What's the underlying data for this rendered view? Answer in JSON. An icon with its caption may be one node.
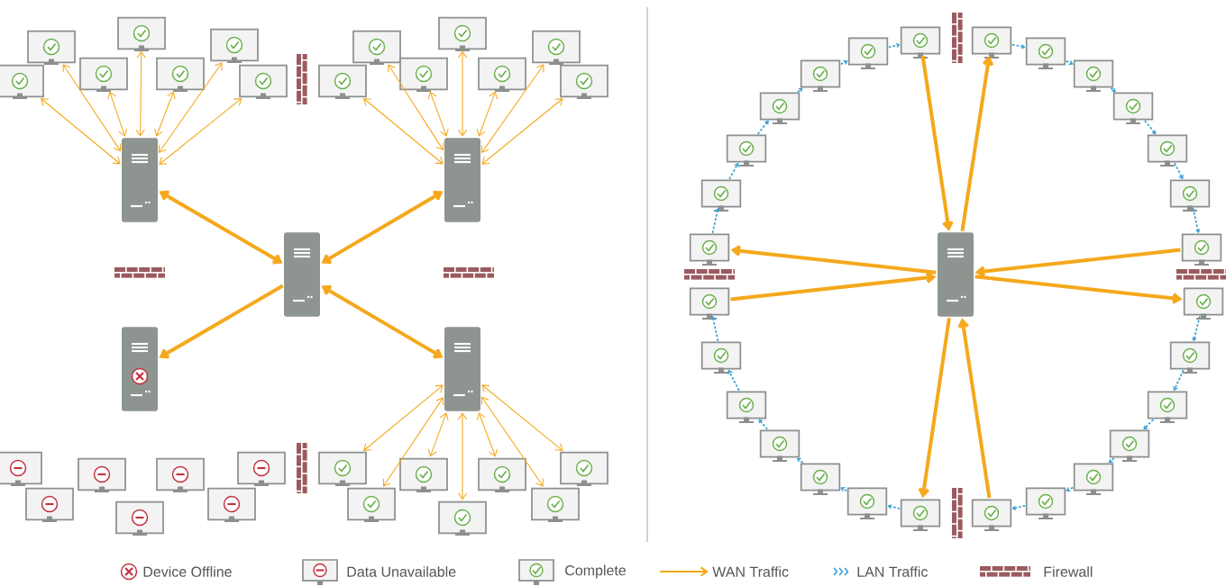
{
  "diagram": {
    "nodes": [
      {
        "text": [],
        "shape": "picture"
      },
      {
        "text": [],
        "shape": "picture"
      },
      {
        "text": [],
        "shape": "picture"
      },
      {
        "text": [],
        "shape": "picture"
      },
      {
        "text": [],
        "shape": "picture"
      },
      {
        "text": [],
        "shape": "picture"
      },
      {
        "text": [],
        "shape": "picture"
      },
      {
        "text": [],
        "shape": "picture"
      },
      {
        "text": [],
        "shape": "picture"
      },
      {
        "text": [],
        "shape": "picture"
      },
      {
        "text": [],
        "shape": "picture"
      },
      {
        "text": [],
        "shape": "picture"
      },
      {
        "text": [],
        "shape": "picture"
      },
      {
        "text": [],
        "shape": "picture"
      },
      {
        "text": [],
        "shape": "picture"
      },
      {
        "text": [],
        "shape": "picture"
      },
      {
        "text": [],
        "shape": "picture"
      },
      {
        "text": [],
        "shape": "picture"
      },
      {
        "text": [],
        "shape": "picture"
      },
      {
        "text": [],
        "shape": "picture"
      },
      {
        "text": [],
        "shape": "picture"
      },
      {
        "text": [],
        "shape": "picture"
      },
      {
        "text": [],
        "shape": "picture"
      },
      {
        "text": [],
        "shape": "picture"
      },
      {
        "text": [],
        "shape": "picture"
      },
      {
        "text": [],
        "shape": "picture"
      },
      {
        "text": [],
        "shape": "picture"
      },
      {
        "text": [],
        "shape": "picture"
      },
      {
        "text": [],
        "shape": "picture"
      },
      {
        "text": [],
        "shape": "picture"
      },
      {
        "text": [],
        "shape": "picture"
      },
      {
        "text": [],
        "shape": "picture"
      },
      {
        "text": [],
        "shape": "picture"
      },
      {
        "text": [],
        "shape": "picture"
      },
      {
        "text": [],
        "shape": "picture"
      },
      {
        "text": [],
        "shape": "picture"
      },
      {
        "text": [],
        "shape": "picture"
      },
      {
        "text": [],
        "shape": "picture"
      },
      {
        "text": [],
        "shape": "picture"
      },
      {
        "text": [],
        "shape": "picture"
      },
      {
        "text": [],
        "shape": "picture"
      },
      {
        "text": [],
        "shape": "picture"
      },
      {
        "text": [],
        "shape": "picture"
      },
      {
        "text": [],
        "shape": "picture"
      },
      {
        "text": [],
        "shape": "picture"
      },
      {
        "text": [],
        "shape": "picture"
      },
      {
        "text": [],
        "shape": "picture"
      },
      {
        "text": [],
        "shape": "picture"
      },
      {
        "text": [],
        "shape": "picture"
      },
      {
        "text": [],
        "shape": "picture"
      },
      {
        "text": [],
        "shape": "picture"
      },
      {
        "text": [],
        "shape": "picture"
      },
      {
        "text": [],
        "shape": "picture"
      },
      {
        "text": [],
        "shape": "picture"
      },
      {
        "text": [],
        "shape": "picture"
      },
      {
        "text": [],
        "shape": "picture"
      },
      {
        "text": [],
        "shape": "picture"
      },
      {
        "text": [],
        "shape": "picture"
      },
      {
        "text": [],
        "shape": "picture"
      },
      {
        "text": [],
        "shape": "picture"
      },
      {
        "text": [],
        "shape": "picture"
      },
      {
        "text": [],
        "shape": "picture"
      }
    ],
    "edges": [
      {
        "from": 7,
        "to": 0,
        "arrow": "both"
      },
      {
        "from": 7,
        "to": 1,
        "arrow": "both"
      },
      {
        "from": 7,
        "to": 2,
        "arrow": "both"
      },
      {
        "from": 7,
        "to": 3,
        "arrow": "both"
      },
      {
        "from": 7,
        "to": 4,
        "arrow": "both"
      },
      {
        "from": 7,
        "to": 5,
        "arrow": "both"
      },
      {
        "from": 7,
        "to": 6,
        "arrow": "both"
      },
      {
        "from": 15,
        "to": 8,
        "arrow": "both"
      },
      {
        "from": 15,
        "to": 9,
        "arrow": "both"
      },
      {
        "from": 15,
        "to": 10,
        "arrow": "both"
      },
      {
        "from": 15,
        "to": 11,
        "arrow": "both"
      },
      {
        "from": 15,
        "to": 12,
        "arrow": "both"
      },
      {
        "from": 15,
        "to": 13,
        "arrow": "both"
      },
      {
        "from": 15,
        "to": 14,
        "arrow": "both"
      },
      {
        "from": 16,
        "to": 7,
        "arrow": "both",
        "style": "thick"
      },
      {
        "from": 16,
        "to": 15,
        "arrow": "both",
        "style": "thick"
      },
      {
        "from": 16,
        "to": 17,
        "arrow": "to",
        "style": "thick"
      },
      {
        "from": 16,
        "to": 18,
        "arrow": "both",
        "style": "thick"
      },
      {
        "from": 18,
        "to": 26,
        "arrow": "both"
      },
      {
        "from": 18,
        "to": 27,
        "arrow": "both"
      },
      {
        "from": 18,
        "to": 28,
        "arrow": "both"
      },
      {
        "from": 18,
        "to": 29,
        "arrow": "both"
      },
      {
        "from": 18,
        "to": 30,
        "arrow": "both"
      },
      {
        "from": 18,
        "to": 31,
        "arrow": "both"
      },
      {
        "from": 18,
        "to": 32,
        "arrow": "both"
      },
      {
        "from": 40,
        "to": 33,
        "arrow": "to",
        "style": "thick"
      },
      {
        "from": 33,
        "to": 41,
        "arrow": "to",
        "style": "thick"
      },
      {
        "from": 47,
        "to": 33,
        "arrow": "to",
        "style": "thick"
      },
      {
        "from": 33,
        "to": 34,
        "arrow": "to",
        "style": "thick"
      },
      {
        "from": 61,
        "to": 33,
        "arrow": "to",
        "style": "thick"
      },
      {
        "from": 33,
        "to": 48,
        "arrow": "to",
        "style": "thick"
      },
      {
        "from": 54,
        "to": 33,
        "arrow": "to",
        "style": "thick"
      },
      {
        "from": 33,
        "to": 55,
        "arrow": "to",
        "style": "thick"
      },
      {
        "from": 34,
        "to": 35,
        "arrow": "to",
        "style": "dashed",
        "color": "#3a9fd6"
      },
      {
        "from": 35,
        "to": 36,
        "arrow": "to",
        "style": "dashed",
        "color": "#3a9fd6"
      },
      {
        "from": 36,
        "to": 37,
        "arrow": "to",
        "style": "dashed",
        "color": "#3a9fd6"
      },
      {
        "from": 37,
        "to": 38,
        "arrow": "to",
        "style": "dashed",
        "color": "#3a9fd6"
      },
      {
        "from": 38,
        "to": 39,
        "arrow": "to",
        "style": "dashed",
        "color": "#3a9fd6"
      },
      {
        "from": 39,
        "to": 40,
        "arrow": "to",
        "style": "dashed",
        "color": "#3a9fd6"
      },
      {
        "from": 41,
        "to": 42,
        "arrow": "to",
        "style": "dashed",
        "color": "#3a9fd6"
      },
      {
        "from": 42,
        "to": 43,
        "arrow": "to",
        "style": "dashed",
        "color": "#3a9fd6"
      },
      {
        "from": 43,
        "to": 44,
        "arrow": "to",
        "style": "dashed",
        "color": "#3a9fd6"
      },
      {
        "from": 44,
        "to": 45,
        "arrow": "to",
        "style": "dashed",
        "color": "#3a9fd6"
      },
      {
        "from": 45,
        "to": 46,
        "arrow": "to",
        "style": "dashed",
        "color": "#3a9fd6"
      },
      {
        "from": 46,
        "to": 47,
        "arrow": "to",
        "style": "dashed",
        "color": "#3a9fd6"
      },
      {
        "from": 48,
        "to": 49,
        "arrow": "to",
        "style": "dashed",
        "color": "#3a9fd6"
      },
      {
        "from": 49,
        "to": 50,
        "arrow": "to",
        "style": "dashed",
        "color": "#3a9fd6"
      },
      {
        "from": 50,
        "to": 51,
        "arrow": "to",
        "style": "dashed",
        "color": "#3a9fd6"
      },
      {
        "from": 51,
        "to": 52,
        "arrow": "to",
        "style": "dashed",
        "color": "#3a9fd6"
      },
      {
        "from": 52,
        "to": 53,
        "arrow": "to",
        "style": "dashed",
        "color": "#3a9fd6"
      },
      {
        "from": 53,
        "to": 54,
        "arrow": "to",
        "style": "dashed",
        "color": "#3a9fd6"
      },
      {
        "from": 55,
        "to": 56,
        "arrow": "to",
        "style": "dashed",
        "color": "#3a9fd6"
      },
      {
        "from": 56,
        "to": 57,
        "arrow": "to",
        "style": "dashed",
        "color": "#3a9fd6"
      },
      {
        "from": 57,
        "to": 58,
        "arrow": "to",
        "style": "dashed",
        "color": "#3a9fd6"
      },
      {
        "from": 58,
        "to": 59,
        "arrow": "to",
        "style": "dashed",
        "color": "#3a9fd6"
      },
      {
        "from": 59,
        "to": 60,
        "arrow": "to",
        "style": "dashed",
        "color": "#3a9fd6"
      },
      {
        "from": 60,
        "to": 61,
        "arrow": "to",
        "style": "dashed",
        "color": "#3a9fd6"
      }
    ],
    "legend": [
      {
        "text": "Device Offline"
      },
      {
        "text": "Data Unavailable"
      },
      {
        "text": "Complete"
      },
      {
        "text": "WAN Traffic"
      },
      {
        "text": "LAN Traffic"
      },
      {
        "text": "Firewall"
      }
    ]
  }
}
